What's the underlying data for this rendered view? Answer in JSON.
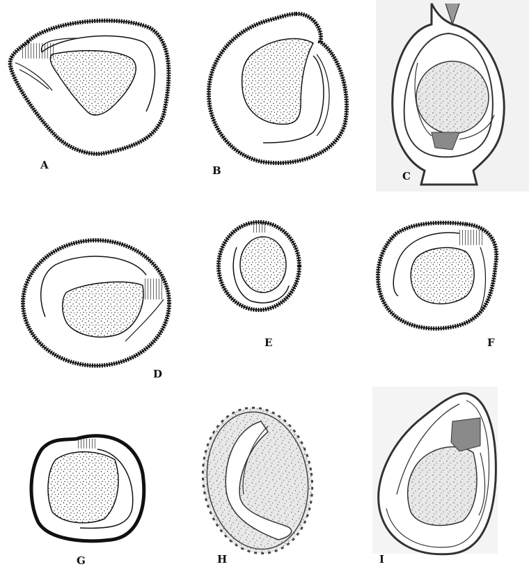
{
  "figure": {
    "panels": [
      {
        "id": "A",
        "label": "A"
      },
      {
        "id": "B",
        "label": "B"
      },
      {
        "id": "C",
        "label": "C"
      },
      {
        "id": "D",
        "label": "D"
      },
      {
        "id": "E",
        "label": "E"
      },
      {
        "id": "F",
        "label": "F"
      },
      {
        "id": "G",
        "label": "G"
      },
      {
        "id": "H",
        "label": "H"
      },
      {
        "id": "I",
        "label": "I"
      }
    ]
  }
}
